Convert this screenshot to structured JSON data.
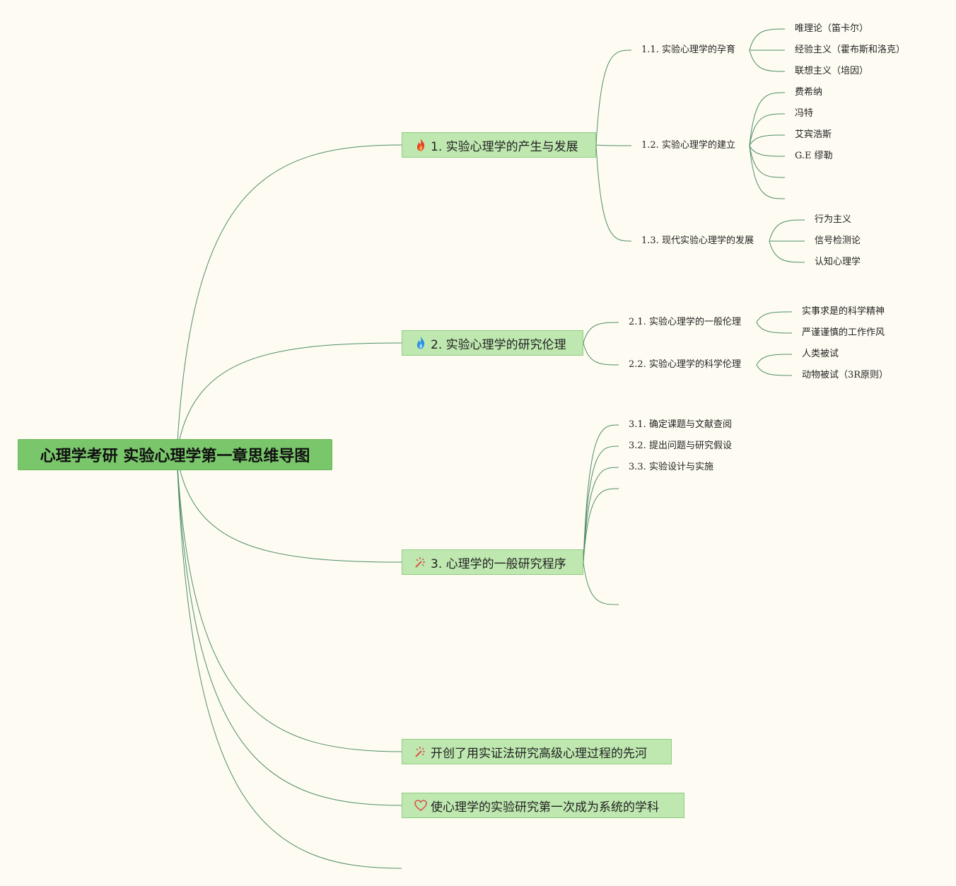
{
  "colors": {
    "background": "#fefcf2",
    "root_fill": "#7ac66b",
    "topic_fill": "#bfe8b0",
    "line": "#4f8c6b"
  },
  "root": {
    "label": "心理学考研 实验心理学第一章思维导图"
  },
  "topics": [
    {
      "label": "1. 实验心理学的产生与发展",
      "icon": "fire-red-icon",
      "children": [
        {
          "label": "1.1. 实验心理学的孕育",
          "children": [
            "唯理论（笛卡尔）",
            "经验主义（霍布斯和洛克）",
            "联想主义（培因）"
          ]
        },
        {
          "label": "1.2. 实验心理学的建立",
          "children": [
            "费希纳",
            "冯特",
            "艾宾浩斯",
            "G.E 缪勒",
            "",
            ""
          ]
        },
        {
          "label": "1.3. 现代实验心理学的发展",
          "children": [
            "行为主义",
            "信号检测论",
            "认知心理学"
          ]
        }
      ]
    },
    {
      "label": "2. 实验心理学的研究伦理",
      "icon": "fire-blue-icon",
      "children": [
        {
          "label": "2.1. 实验心理学的一般伦理",
          "children": [
            "实事求是的科学精神",
            "严谨谨慎的工作作风"
          ]
        },
        {
          "label": "2.2. 实验心理学的科学伦理",
          "children": [
            "人类被试",
            "动物被试（3R原则）"
          ]
        }
      ]
    },
    {
      "label": "3. 心理学的一般研究程序",
      "icon": "sparkles-icon",
      "children": [
        {
          "label": "3.1. 确定课题与文献查阅"
        },
        {
          "label": "3.2. 提出问题与研究假设"
        },
        {
          "label": "3.3. 实验设计与实施"
        },
        {
          "label": ""
        },
        {
          "label": ""
        }
      ]
    },
    {
      "label": "开创了用实证法研究高级心理过程的先河",
      "icon": "sparkles-icon"
    },
    {
      "label": "使心理学的实验研究第一次成为系统的学科",
      "icon": "heart-icon"
    },
    {
      "label": ""
    }
  ]
}
